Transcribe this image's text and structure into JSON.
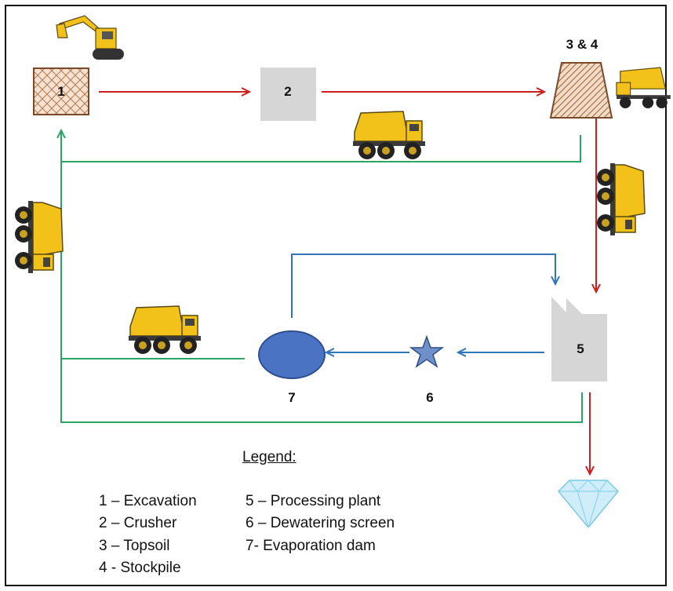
{
  "diagram": {
    "nodes": {
      "excavation": "1",
      "crusher": "2",
      "topsoil_stockpile": "3 & 4",
      "processing_plant": "5",
      "dewatering_screen": "6",
      "evaporation_dam": "7"
    },
    "colors": {
      "ore_flow": "#cc1f1f",
      "return_flow": "#2aa566",
      "water_flow": "#2f76b8",
      "crusher_fill": "#d6d6d6",
      "plant_fill": "#d6d6d6",
      "dam_fill": "#4a73c4",
      "truck": "#f2c21a"
    },
    "icons": [
      "excavator-icon",
      "dump-truck-icon",
      "diamond-icon",
      "star-icon"
    ]
  },
  "legend": {
    "title": "Legend:",
    "items": [
      "1 – Excavation",
      "2 – Crusher",
      "3 – Topsoil",
      "4 - Stockpile",
      "5 – Processing plant",
      "6 – Dewatering screen",
      "7- Evaporation dam"
    ]
  }
}
